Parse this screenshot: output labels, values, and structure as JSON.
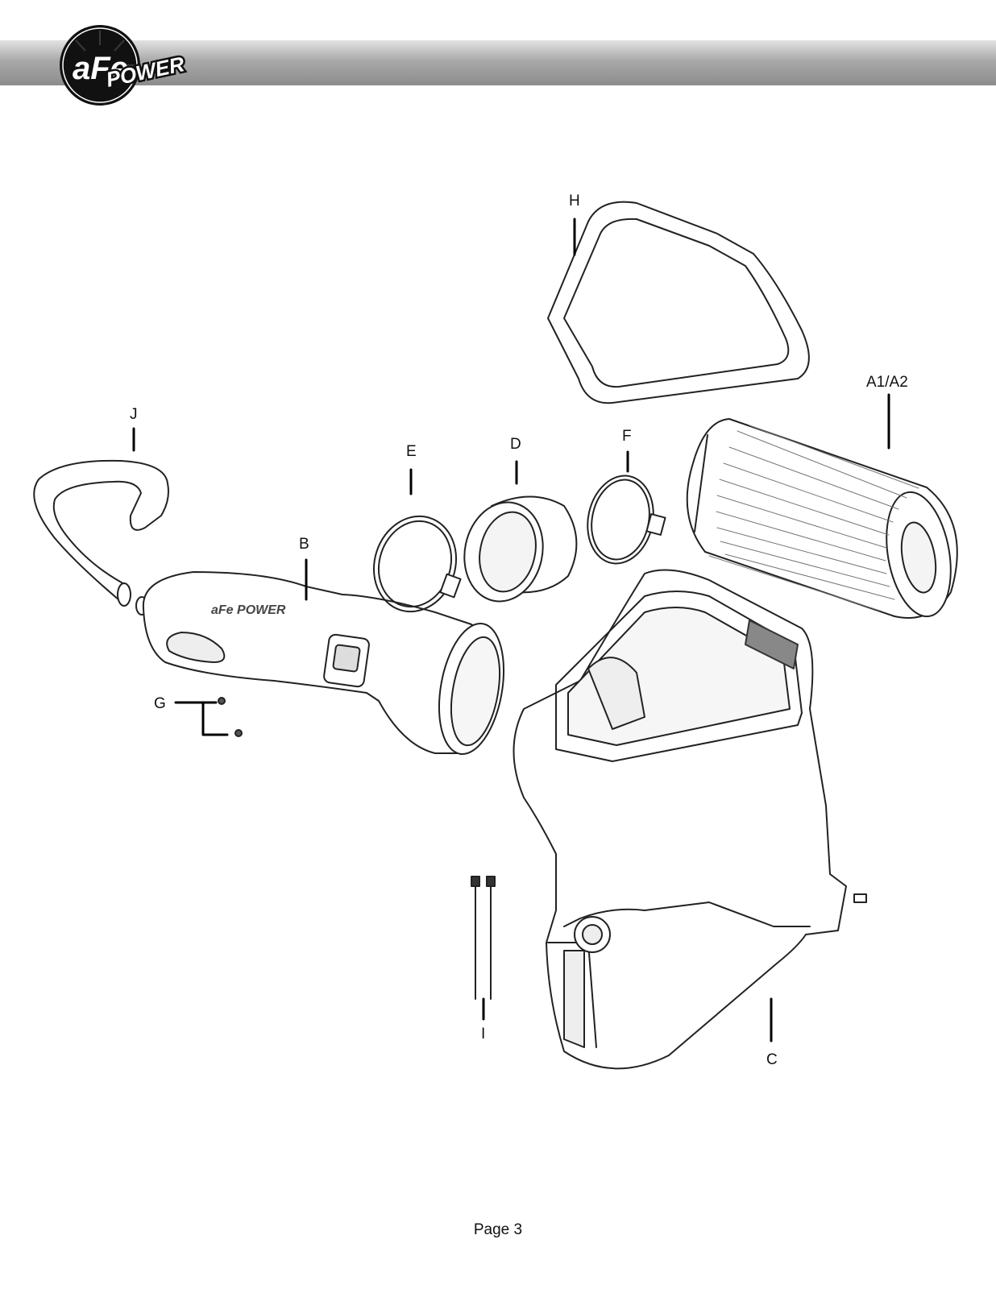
{
  "header": {
    "brand": "aFe",
    "brand_sub": "POWER"
  },
  "callouts": {
    "h": "H",
    "a": "A1/A2",
    "j": "J",
    "e": "E",
    "d": "D",
    "f": "F",
    "b": "B",
    "g": "G",
    "i": "I",
    "c": "C"
  },
  "footer": {
    "page": "Page 3"
  }
}
